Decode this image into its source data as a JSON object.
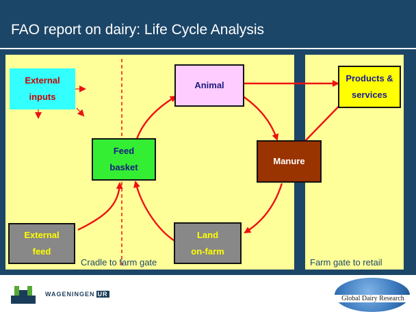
{
  "title": "FAO report on dairy: Life Cycle Analysis",
  "diagram": {
    "external_inputs": "External\ninputs",
    "animal": "Animal",
    "products_services": "Products &\nservices",
    "feed_basket": "Feed\nbasket",
    "manure": "Manure",
    "external_feed": "External\nfeed",
    "land_on_farm": "Land\non-farm",
    "caption_left": "Cradle to farm gate",
    "caption_right": "Farm gate to retail"
  },
  "colors": {
    "title_bg": "#1c4668",
    "panel_bg": "#ffff99",
    "arrow": "#ee1111",
    "external_inputs_fill": "#33ffff",
    "animal_fill": "#ffccff",
    "products_fill": "#ffff00",
    "feed_basket_fill": "#33ee33",
    "manure_fill": "#993300",
    "grey_fill": "#888888"
  },
  "footer": {
    "wageningen_name": "WAGENINGEN",
    "wageningen_ur": "UR",
    "gdr_logo_text": "Global Dairy Research"
  }
}
